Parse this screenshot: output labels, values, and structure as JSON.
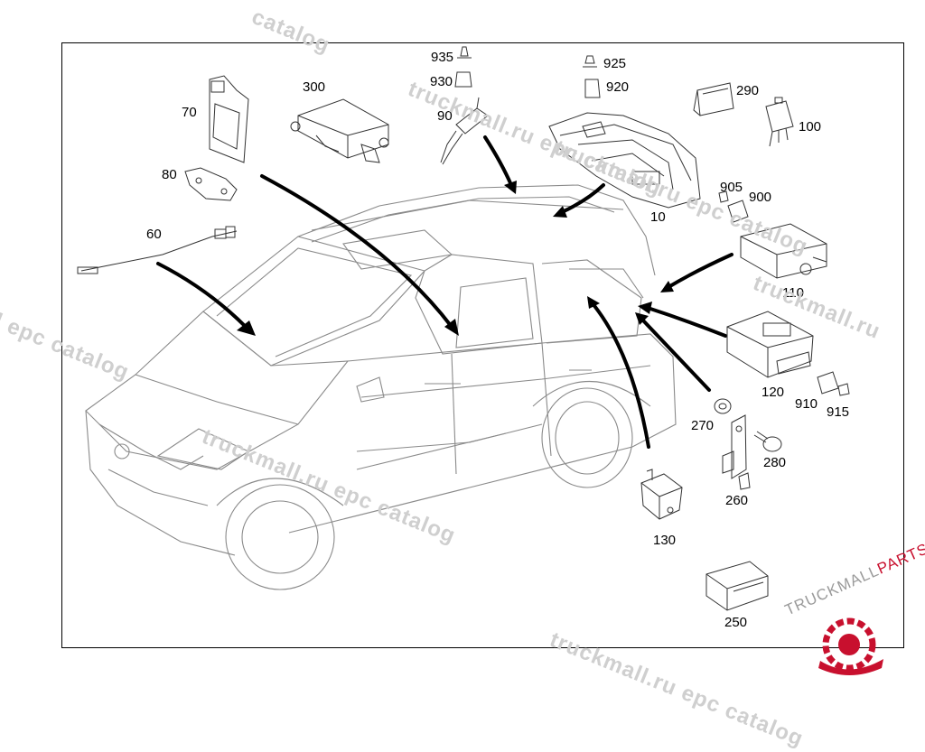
{
  "watermarks": [
    "catalog",
    "truckmall.ru epc catalog",
    "truckmall.ru epc catalog",
    "l epc catalog",
    "truckmall.ru epc catalog",
    "truckmall.ru",
    "truckmall.ru epc catalog",
    "truckmall.ru epc catalog"
  ],
  "logo": {
    "part1": "TRUCKMALL",
    "part2": "PARTS",
    "accent_color": "#c8102e"
  },
  "parts": {
    "p10": "10",
    "p60": "60",
    "p70": "70",
    "p80": "80",
    "p90": "90",
    "p100": "100",
    "p110": "110",
    "p120": "120",
    "p130": "130",
    "p250": "250",
    "p260": "260",
    "p270": "270",
    "p280": "280",
    "p290": "290",
    "p300": "300",
    "p900": "900",
    "p905": "905",
    "p910": "910",
    "p915": "915",
    "p920": "920",
    "p925": "925",
    "p930": "930",
    "p935": "935"
  }
}
